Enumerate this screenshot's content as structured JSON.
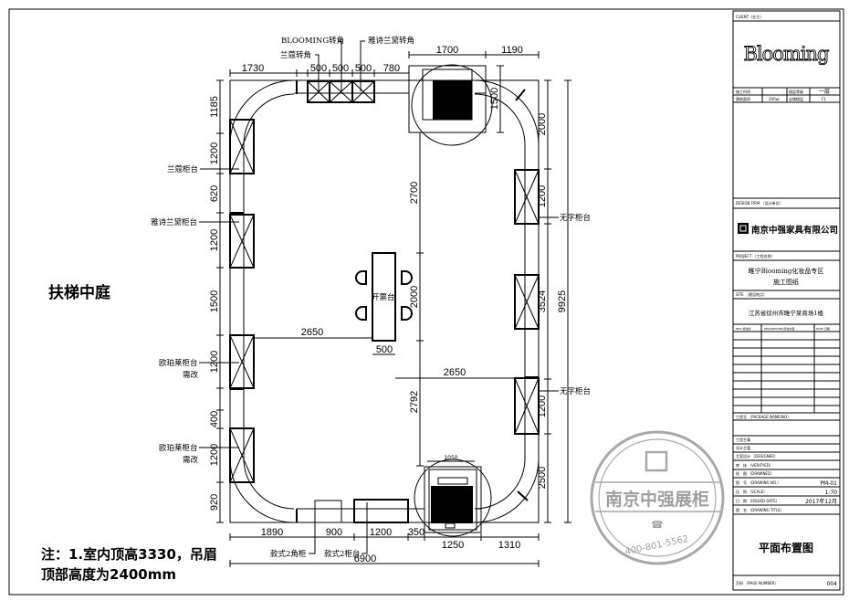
{
  "drawing": {
    "area_label": "扶梯中庭",
    "note_line1": "注：1.室内顶高3330，吊眉",
    "note_line2": "顶部高度为2400mm",
    "labels": {
      "blooming_corner": "BLOOMING转角",
      "estee_corner": "雅诗兰黛转角",
      "lancome_corner": "兰蔻转角",
      "lancome_counter": "兰蔻柜台",
      "estee_counter": "雅诗兰黛柜台",
      "aupres_counter": "欧珀莱柜台",
      "needs_change": "需改",
      "blank_counter": "无字柜台",
      "cashier": "开票台",
      "style2_corner": "款式2角柜",
      "style2_counter": "款式2柜台"
    },
    "dims": {
      "top": [
        "1730",
        "500",
        "500",
        "500",
        "780",
        "1700",
        "1190"
      ],
      "left": [
        "1185",
        "1200",
        "620",
        "1200",
        "1500",
        "1200",
        "400",
        "1200",
        "920"
      ],
      "right": [
        "1500",
        "2000",
        "1200",
        "3524",
        "1200",
        "2500",
        "9925"
      ],
      "center": [
        "2700",
        "2000",
        "2792",
        "2650",
        "500",
        "2650",
        "1050"
      ],
      "bottom": [
        "1890",
        "900",
        "1200",
        "350",
        "1250",
        "1310",
        "6900"
      ]
    }
  },
  "stamp": {
    "name": "南京中强展柜",
    "phone": "400-801-5562"
  },
  "title_block": {
    "client_label": "CLIENT（业主）",
    "client_logo": "Blooming",
    "construction_time_label": "施工时间",
    "construction_time": "",
    "floor_level_label": "楼层等级",
    "floor_level": "一层",
    "area_label": "建筑面积",
    "area": "200㎡",
    "store_floor_label": "店铺楼层",
    "store_floor": "F1",
    "design_firm_label": "DESIGN FIRM （设计单位）",
    "company": "南京中强家具有限公司",
    "project_label": "PROJECT （工程名称）",
    "project_line1": "睢宁Blooming化妆品专区",
    "project_line2": "施工图纸",
    "site_label": "SITE （建设地点）",
    "site": "江苏省徐州市睢宁某商场1楼",
    "revision_headers": [
      "REV. 修改版",
      "DESCRIPTION 修改内容",
      "DATE 日期"
    ],
    "package_label": "工程号 （PACKAGE NAME/NO）",
    "rows": [
      {
        "label": "工程主事",
        "value": ""
      },
      {
        "label": "设计主管",
        "value": ""
      },
      {
        "label": "主案设计 （DESIGNER）",
        "value": ""
      },
      {
        "label": "审　核 （VERIFYED）",
        "value": ""
      },
      {
        "label": "绘　图 （DRAWNED）",
        "value": ""
      },
      {
        "label": "图　号 （DRAWING NO.）",
        "value": "PM-01"
      },
      {
        "label": "比　例 （SCALE）",
        "value": "1:70"
      },
      {
        "label": "日　期 （ISSUED DATE）",
        "value": "2017年12月"
      },
      {
        "label": "图　名 （DRAWING TITLE）",
        "value": ""
      }
    ],
    "drawing_title": "平面布置图",
    "page_label": "页码 （PAGE NUMBER）",
    "page_number": "004"
  }
}
